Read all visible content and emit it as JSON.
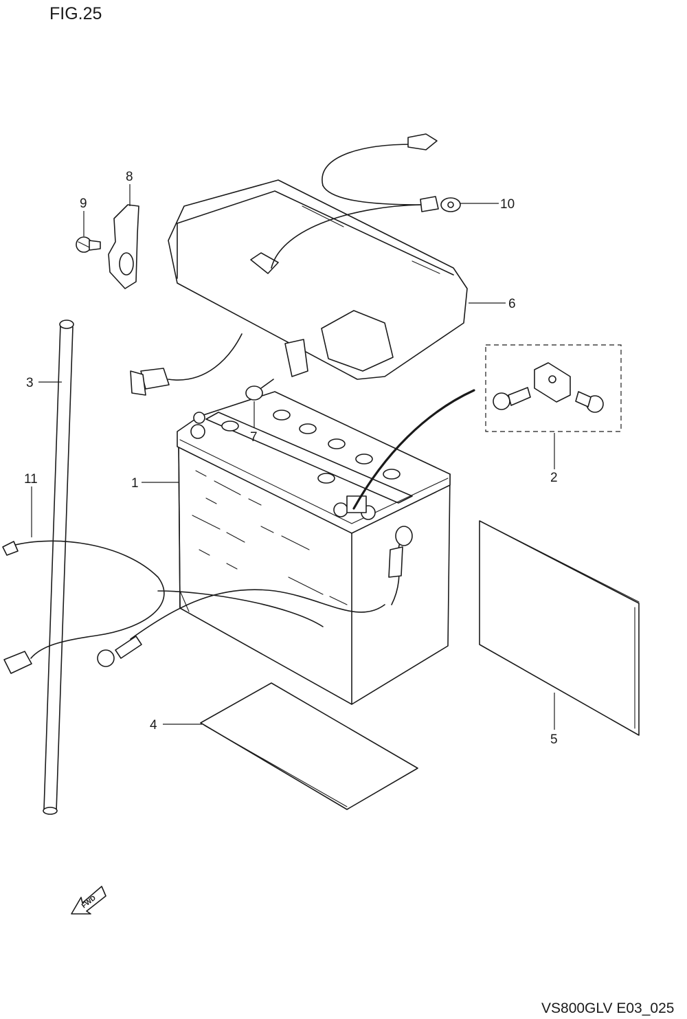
{
  "figure_label": "FIG.25",
  "diagram_code": "VS800GLV E03_025",
  "fwd_arrow_text": "FWD",
  "callouts": [
    {
      "id": "1",
      "text": "1"
    },
    {
      "id": "2",
      "text": "2"
    },
    {
      "id": "3",
      "text": "3"
    },
    {
      "id": "4",
      "text": "4"
    },
    {
      "id": "5",
      "text": "5"
    },
    {
      "id": "6",
      "text": "6"
    },
    {
      "id": "7",
      "text": "7"
    },
    {
      "id": "8",
      "text": "8"
    },
    {
      "id": "9",
      "text": "9"
    },
    {
      "id": "10",
      "text": "10"
    },
    {
      "id": "11",
      "text": "11"
    }
  ]
}
